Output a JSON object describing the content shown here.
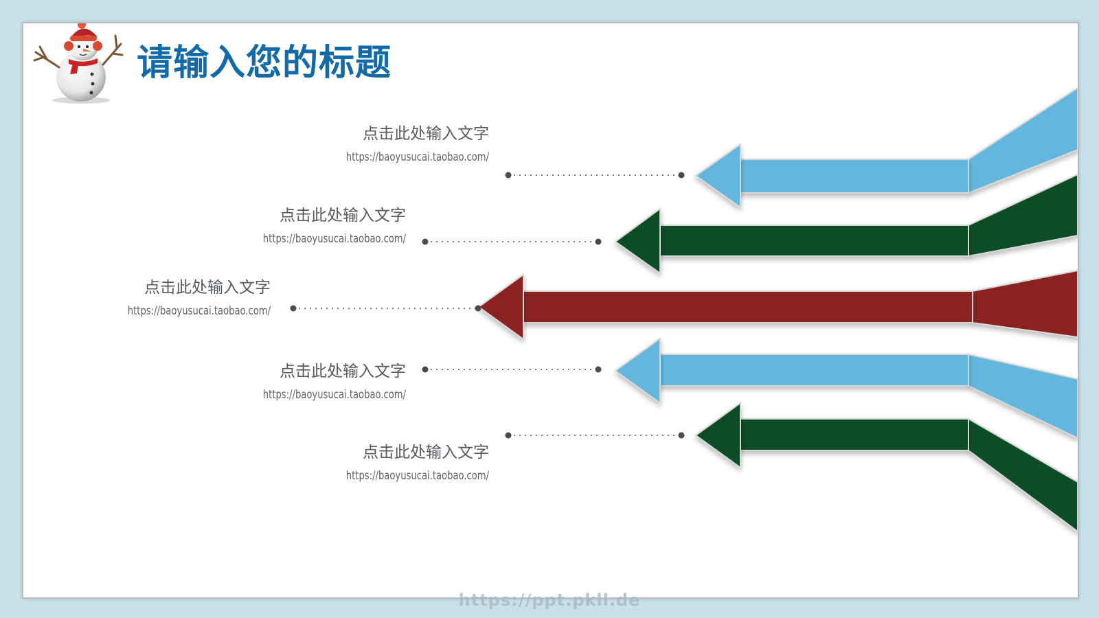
{
  "slide": {
    "title": "请输入您的标题"
  },
  "items": [
    {
      "title": "点击此处输入文字",
      "url": "https://baoyusucai.taobao.com/",
      "color": "#64b7df"
    },
    {
      "title": "点击此处输入文字",
      "url": "https://baoyusucai.taobao.com/",
      "color": "#0d4d26"
    },
    {
      "title": "点击此处输入文字",
      "url": "https://baoyusucai.taobao.com/",
      "color": "#8a2224"
    },
    {
      "title": "点击此处输入文字",
      "url": "https://baoyusucai.taobao.com/",
      "color": "#64b7df"
    },
    {
      "title": "点击此处输入文字",
      "url": "https://baoyusucai.taobao.com/",
      "color": "#0d4d26"
    }
  ],
  "decor": {
    "snowman_icon": "snowman-icon",
    "accent_title_color": "#126aa8",
    "background_color": "#c7e0ea"
  },
  "watermark": {
    "text": "https://ppt.pkll.de"
  }
}
